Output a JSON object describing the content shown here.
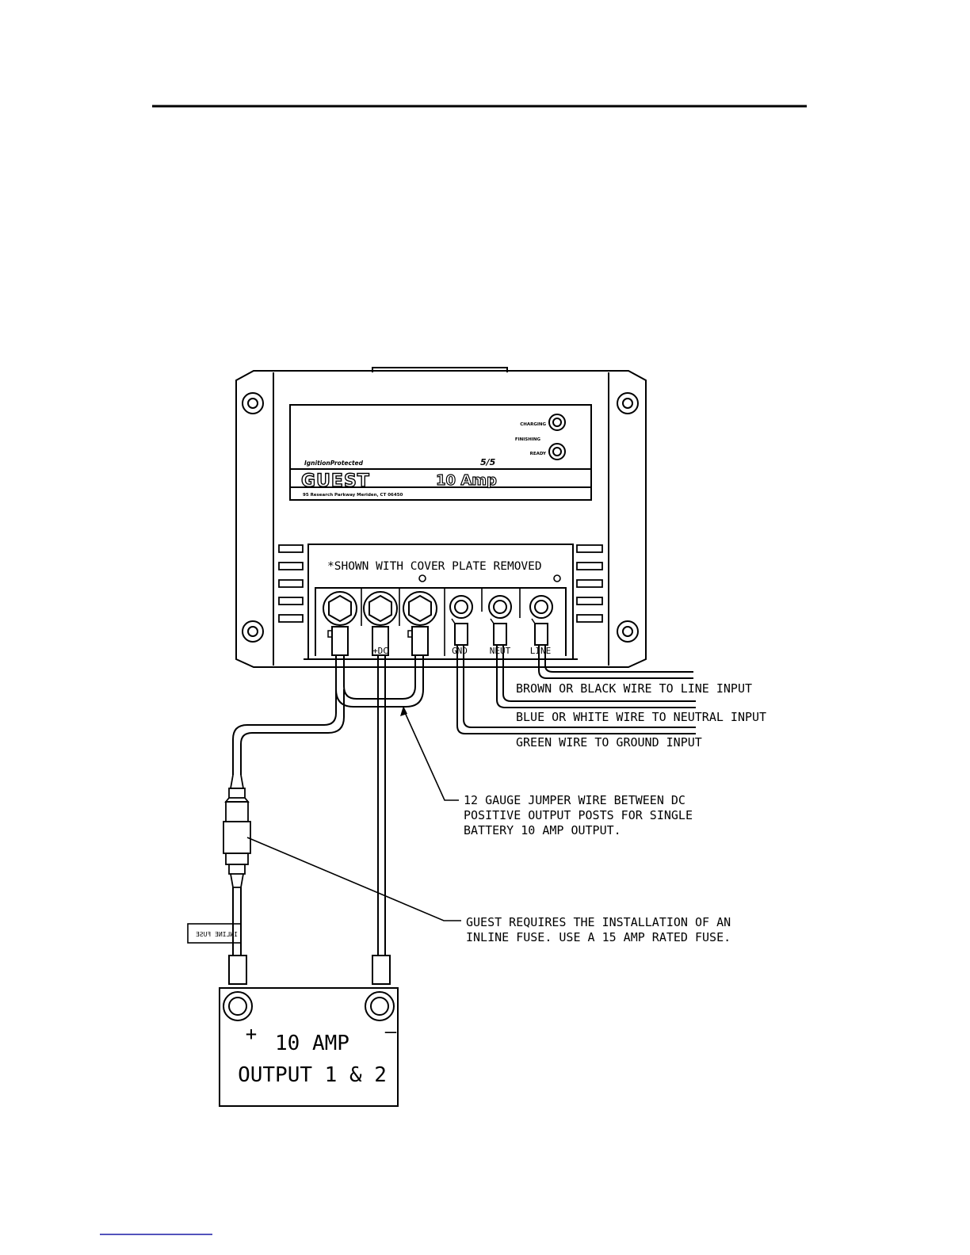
{
  "unit": {
    "brand_tagline": "IgnitionProtected",
    "brand": "GUEST",
    "model_number": "5/5",
    "rating": "10 Amp",
    "address": "95 Research Parkway Meriden, CT 06450",
    "led_labels": [
      "CHARGING",
      "FINISHING",
      "READY"
    ]
  },
  "terminal_block": {
    "cover_note": "*SHOWN WITH COVER PLATE REMOVED",
    "output_label": "+DC",
    "ac_labels": [
      "GND",
      "NEUT",
      "LINE"
    ]
  },
  "wire_labels": {
    "line": "BROWN OR BLACK WIRE TO LINE INPUT",
    "neutral": "BLUE OR WHITE WIRE TO NEUTRAL INPUT",
    "ground": "GREEN WIRE TO GROUND INPUT"
  },
  "callouts": {
    "jumper": [
      "12 GAUGE JUMPER WIRE BETWEEN DC",
      "POSITIVE OUTPUT POSTS FOR SINGLE",
      "BATTERY 10 AMP OUTPUT."
    ],
    "fuse": [
      "GUEST REQUIRES THE INSTALLATION OF AN",
      "INLINE FUSE.  USE A 15 AMP  RATED FUSE."
    ]
  },
  "fuse_tag": "INLINE FUSE",
  "battery": {
    "positive": "+",
    "negative": "–",
    "line1": "10 AMP",
    "line2": "OUTPUT 1 & 2"
  },
  "colors": {
    "ink": "#000000",
    "paper": "#ffffff",
    "link_line": "#1a1aa6"
  }
}
